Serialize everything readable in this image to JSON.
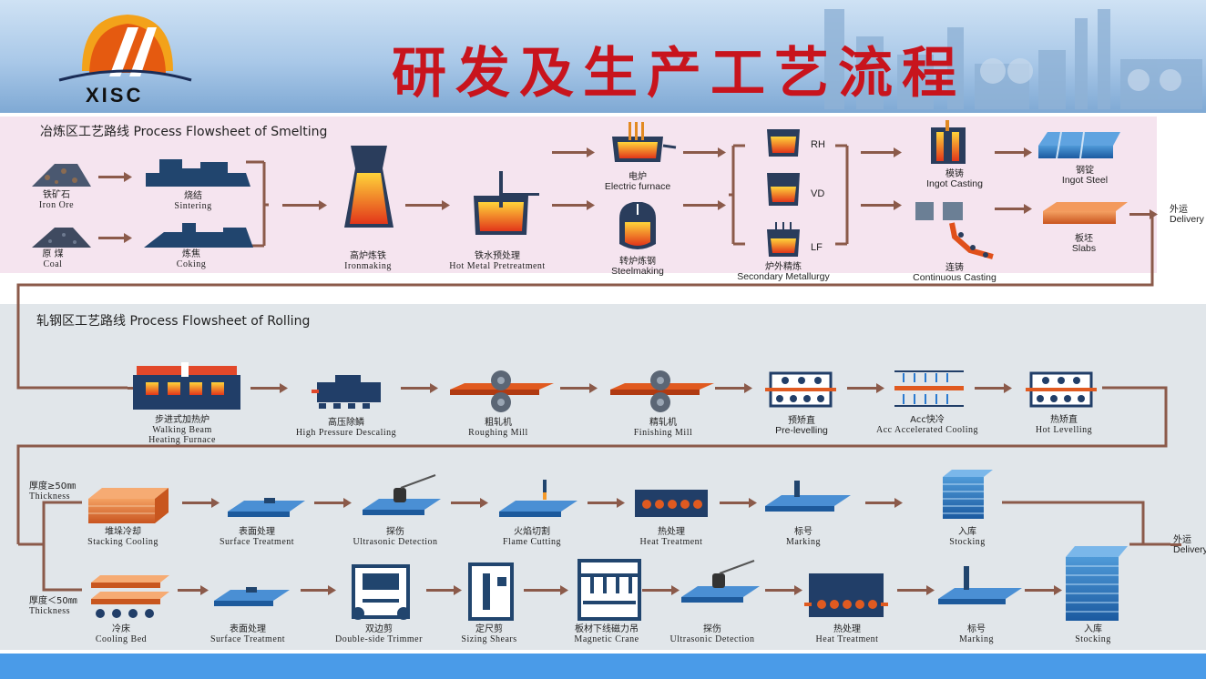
{
  "header": {
    "logo_text": "XISC",
    "title": "研发及生产工艺流程"
  },
  "smelting": {
    "section_title": "冶炼区工艺路线 Process Flowsheet of  Smelting",
    "steps": {
      "iron_ore": {
        "zh": "铁矿石",
        "en": "Iron Ore"
      },
      "coal": {
        "zh": "原 煤",
        "en": "Coal"
      },
      "sintering": {
        "zh": "烧结",
        "en": "Sintering"
      },
      "coking": {
        "zh": "炼焦",
        "en": "Coking"
      },
      "ironmaking": {
        "zh": "高炉炼铁",
        "en": "Ironmaking"
      },
      "pretreatment": {
        "zh": "铁水预处理",
        "en": "Hot Metal Pretreatment"
      },
      "electric_furnace": {
        "zh": "电炉",
        "en": "Electric furnace"
      },
      "steelmaking": {
        "zh": "转炉炼钢",
        "en": "Steelmaking"
      },
      "secondary": {
        "zh": "炉外精炼",
        "en": "Secondary Metallurgy"
      },
      "ingot_casting": {
        "zh": "模铸",
        "en": "Ingot Casting"
      },
      "continuous_casting": {
        "zh": "连铸",
        "en": "Continuous Casting"
      },
      "ingot_steel": {
        "zh": "钢锭",
        "en": "Ingot Steel"
      },
      "slabs": {
        "zh": "板坯",
        "en": "Slabs"
      }
    },
    "refining_tags": [
      "RH",
      "VD",
      "LF"
    ],
    "delivery": {
      "zh": "外运",
      "en": "Delivery"
    }
  },
  "rolling": {
    "section_title": "轧钢区工艺路线 Process Flowsheet of Rolling",
    "row1": [
      {
        "zh": "步进式加热炉",
        "en": "Walking Beam",
        "en2": "Heating Furnace"
      },
      {
        "zh": "高压除鳞",
        "en": "High Pressure Descaling"
      },
      {
        "zh": "粗轧机",
        "en": "Roughing Mill"
      },
      {
        "zh": "精轧机",
        "en": "Finishing Mill"
      },
      {
        "zh": "预矫直",
        "en": "Pre-levelling"
      },
      {
        "zh": "Acc快冷",
        "en": "Acc Accelerated Cooling"
      },
      {
        "zh": "热矫直",
        "en": "Hot Levelling"
      }
    ],
    "thick": {
      "branch": {
        "zh": "厚度≥50㎜",
        "en": "Thickness"
      },
      "steps": [
        {
          "zh": "堆垛冷却",
          "en": "Stacking Cooling"
        },
        {
          "zh": "表面处理",
          "en": "Surface Treatment"
        },
        {
          "zh": "探伤",
          "en": "Ultrasonic Detection"
        },
        {
          "zh": "火焰切割",
          "en": "Flame Cutting"
        },
        {
          "zh": "热处理",
          "en": "Heat Treatment"
        },
        {
          "zh": "标号",
          "en": "Marking"
        },
        {
          "zh": "入库",
          "en": "Stocking"
        }
      ],
      "delivery": {
        "zh": "外运",
        "en": "Delivery"
      }
    },
    "thin": {
      "branch": {
        "zh": "厚度＜50㎜",
        "en": "Thickness"
      },
      "steps": [
        {
          "zh": "冷床",
          "en": "Cooling Bed"
        },
        {
          "zh": "表面处理",
          "en": "Surface Treatment"
        },
        {
          "zh": "双边剪",
          "en": "Double-side Trimmer"
        },
        {
          "zh": "定尺剪",
          "en": "Sizing Shears"
        },
        {
          "zh": "板材下线磁力吊",
          "en": "Magnetic Crane"
        },
        {
          "zh": "探伤",
          "en": "Ultrasonic Detection"
        },
        {
          "zh": "热处理",
          "en": "Heat Treatment"
        },
        {
          "zh": "标号",
          "en": "Marking"
        },
        {
          "zh": "入库",
          "en": "Stocking"
        }
      ]
    }
  },
  "colors": {
    "title": "#c8141d",
    "arrow": "#8b5a4a",
    "route_line": "#8b5a4a",
    "footer": "#4a9be8",
    "header": "#a9c8e8"
  }
}
